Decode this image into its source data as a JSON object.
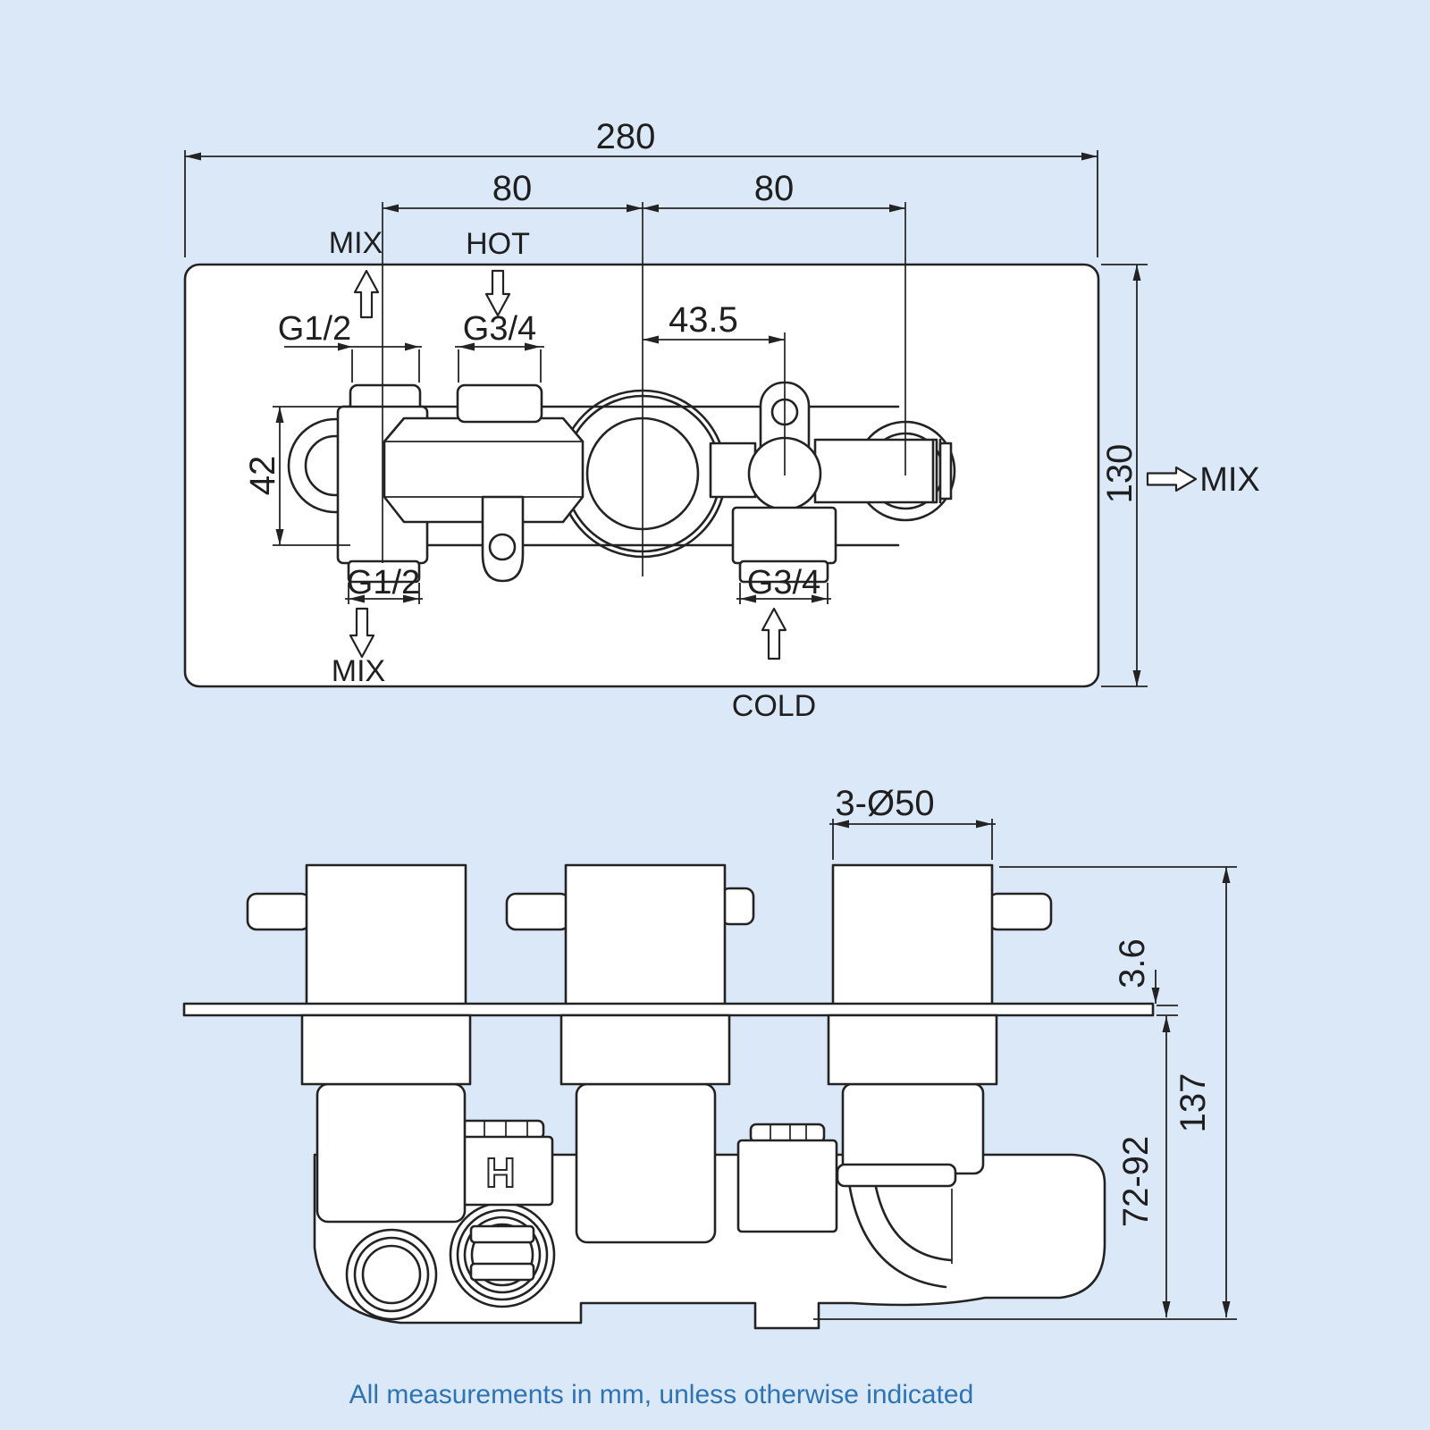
{
  "colors": {
    "background": "#dbe8f7",
    "line": "#232323",
    "footer_text": "#2e74b5",
    "drawing_fill": "#ffffff"
  },
  "top_view": {
    "dim_overall_width": "280",
    "dim_port_span_left": "80",
    "dim_port_span_right": "80",
    "dim_lug_offset": "43.5",
    "dim_body_height": "42",
    "dim_plate_height": "130",
    "label_mix_top": "MIX",
    "label_hot": "HOT",
    "label_mix_right": "MIX",
    "label_mix_bottom": "MIX",
    "label_cold": "COLD",
    "port_g12_top": "G1/2",
    "port_g34_top": "G3/4",
    "port_g12_bottom": "G1/2",
    "port_g34_bottom": "G3/4"
  },
  "bottom_view": {
    "dim_handle_diameter": "3-Ø50",
    "dim_plate_thickness": "3.6",
    "dim_total_height": "137",
    "dim_install_depth": "72-92",
    "marking_hot": "H"
  },
  "footer": {
    "note": "All measurements in mm, unless otherwise indicated"
  }
}
